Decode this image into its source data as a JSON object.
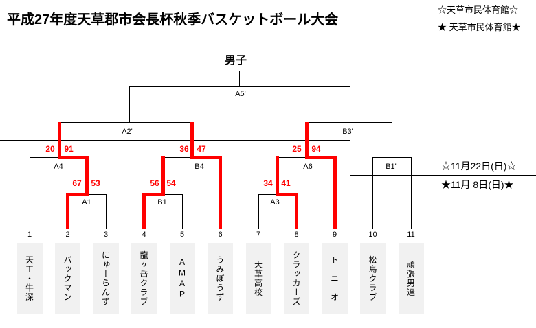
{
  "title": "平成27年度天草郡市会長杯秋季バスケットボール大会",
  "venue_line1": "☆天草市民体育館☆",
  "venue_line2": "★ 天草市民体育館★",
  "bracket_title": "男子",
  "dates": {
    "final_day": "☆11月22日(日)☆",
    "first_day": "★11月 8日(日)★"
  },
  "colors": {
    "winner_path": "#ff0000",
    "line": "#000000",
    "team_box_bg": "#f1f1f1",
    "score_text": "#ff0000"
  },
  "matches": {
    "A1": {
      "label": "A1",
      "scores": [
        "67",
        "53"
      ]
    },
    "B1": {
      "label": "B1",
      "scores": [
        "56",
        "54"
      ]
    },
    "A3": {
      "label": "A3",
      "scores": [
        "34",
        "41"
      ]
    },
    "A4": {
      "label": "A4",
      "scores": [
        "20",
        "91"
      ]
    },
    "B4": {
      "label": "B4",
      "scores": [
        "36",
        "47"
      ]
    },
    "A6": {
      "label": "A6",
      "scores": [
        "25",
        "94"
      ]
    },
    "B1p": {
      "label": "B1'"
    },
    "A2p": {
      "label": "A2'"
    },
    "B3p": {
      "label": "B3'"
    },
    "A5p": {
      "label": "A5'"
    }
  },
  "teams": [
    {
      "number": "1",
      "name": "天工・牛深"
    },
    {
      "number": "2",
      "name": "バックマン"
    },
    {
      "number": "3",
      "name": "にゅーらんず"
    },
    {
      "number": "4",
      "name": "龍ヶ岳クラブ"
    },
    {
      "number": "5",
      "name": "AMAP"
    },
    {
      "number": "6",
      "name": "うみぼうず"
    },
    {
      "number": "7",
      "name": "天草高校"
    },
    {
      "number": "8",
      "name": "クラッカーズ"
    },
    {
      "number": "9",
      "name": "ト　ニ　オ"
    },
    {
      "number": "10",
      "name": "松島クラブ"
    },
    {
      "number": "11",
      "name": "頑張男達"
    }
  ]
}
